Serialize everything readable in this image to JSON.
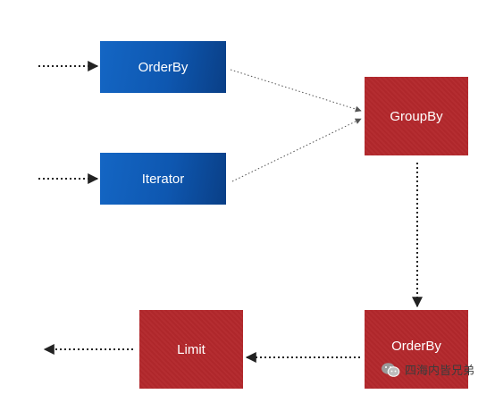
{
  "nodes": {
    "orderby_top": "OrderBy",
    "iterator": "Iterator",
    "groupby": "GroupBy",
    "orderby_bottom": "OrderBy",
    "limit": "Limit"
  },
  "watermark": {
    "text": "四海内皆兄弟",
    "icon": "wechat-icon"
  },
  "colors": {
    "blue_node": "#0e57b0",
    "red_node": "#b3282c",
    "edge": "#333333"
  }
}
